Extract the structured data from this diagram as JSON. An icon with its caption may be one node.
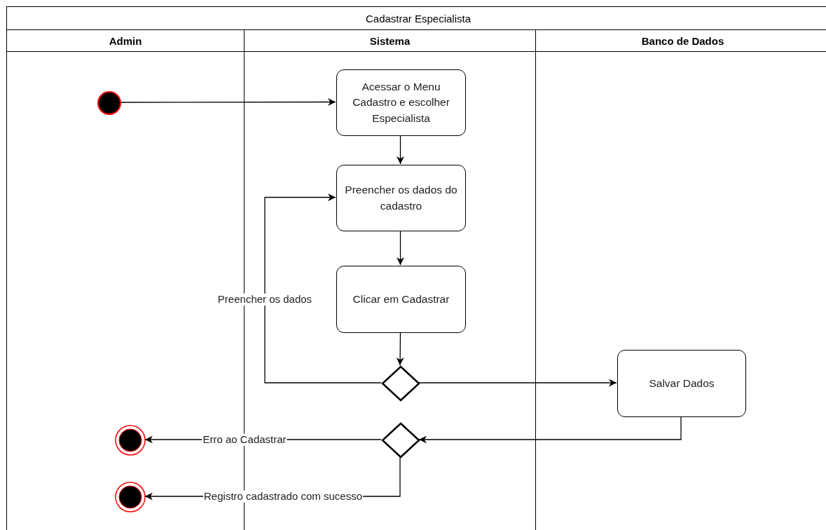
{
  "diagram": {
    "nodes": [
      {
        "text": [
          "Cadastrar Especialista"
        ]
      },
      {
        "text": [
          "Admin"
        ],
        "in": 0
      },
      {
        "text": [
          "Sistema"
        ],
        "in": 0
      },
      {
        "text": [
          "Banco de Dados"
        ],
        "in": 0
      },
      {
        "text": [],
        "shape": "circle",
        "in": 1
      },
      {
        "text": [
          "Acessar o Menu Cadastro e escolher Especialista"
        ],
        "in": 2
      },
      {
        "text": [
          "Preencher os dados do cadastro"
        ],
        "in": 2
      },
      {
        "text": [
          "Clicar em Cadastrar"
        ],
        "in": 2
      },
      {
        "text": [],
        "shape": "diamond",
        "in": 2
      },
      {
        "text": [
          "Salvar Dados"
        ],
        "in": 3
      },
      {
        "text": [],
        "shape": "diamond",
        "in": 2
      },
      {
        "text": [],
        "shape": "bullseye",
        "in": 1
      },
      {
        "text": [],
        "shape": "bullseye",
        "in": 1
      }
    ],
    "edges": [
      {
        "from": 4,
        "to": 5,
        "arrow": "to"
      },
      {
        "from": 5,
        "to": 6,
        "arrow": "to"
      },
      {
        "from": 6,
        "to": 7,
        "arrow": "to"
      },
      {
        "from": 7,
        "to": 8,
        "arrow": "to"
      },
      {
        "from": 8,
        "to": 6,
        "arrow": "to",
        "label": "Preencher os dados"
      },
      {
        "from": 8,
        "to": 9,
        "arrow": "to"
      },
      {
        "from": 9,
        "to": 10,
        "arrow": "to"
      },
      {
        "from": 10,
        "to": 11,
        "arrow": "to",
        "label": "Erro ao Cadastrar"
      },
      {
        "from": 10,
        "to": 12,
        "arrow": "to",
        "label": "Registro cadastrado com sucesso"
      }
    ]
  }
}
